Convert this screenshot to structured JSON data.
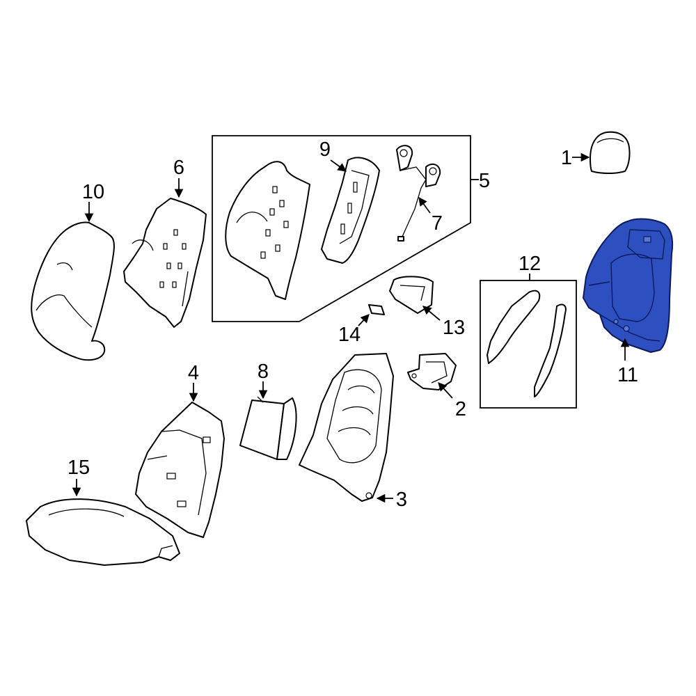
{
  "diagram": {
    "highlight_color": "#2d4fc0",
    "callouts": [
      {
        "id": "1",
        "label": "1"
      },
      {
        "id": "2",
        "label": "2"
      },
      {
        "id": "3",
        "label": "3"
      },
      {
        "id": "4",
        "label": "4"
      },
      {
        "id": "5",
        "label": "5"
      },
      {
        "id": "6",
        "label": "6"
      },
      {
        "id": "7",
        "label": "7"
      },
      {
        "id": "8",
        "label": "8"
      },
      {
        "id": "9",
        "label": "9"
      },
      {
        "id": "10",
        "label": "10"
      },
      {
        "id": "11",
        "label": "11"
      },
      {
        "id": "12",
        "label": "12"
      },
      {
        "id": "13",
        "label": "13"
      },
      {
        "id": "14",
        "label": "14"
      },
      {
        "id": "15",
        "label": "15"
      }
    ]
  }
}
